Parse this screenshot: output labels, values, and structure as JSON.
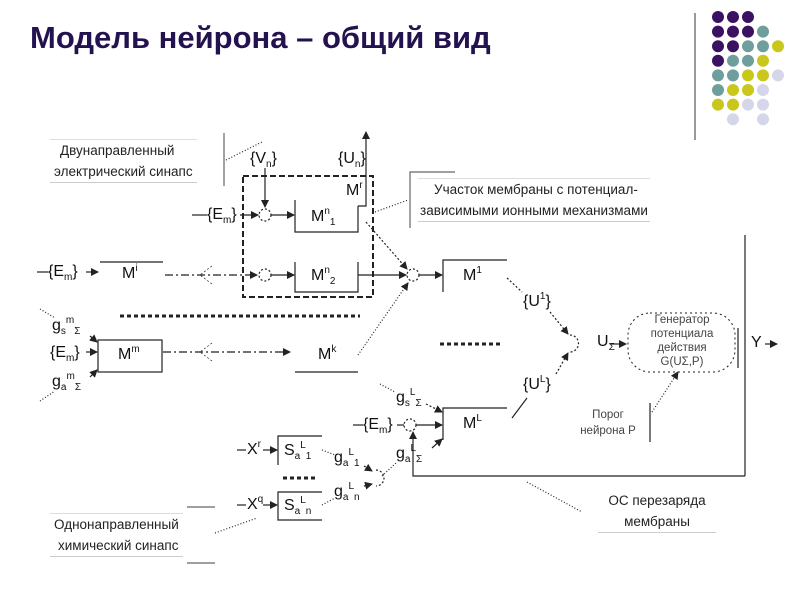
{
  "title": "Модель нейрона – общий вид",
  "colors": {
    "title": "#24114f",
    "purple": "#3b1263",
    "teal": "#6f9f9c",
    "yellow": "#c9c71c",
    "lavender": "#d6d6ea",
    "line": "#222222"
  },
  "decor_dots": [
    [
      "purple",
      "purple",
      "purple",
      "",
      ""
    ],
    [
      "purple",
      "purple",
      "purple",
      "teal",
      ""
    ],
    [
      "purple",
      "purple",
      "teal",
      "teal",
      "yellow"
    ],
    [
      "purple",
      "teal",
      "teal",
      "yellow",
      ""
    ],
    [
      "teal",
      "teal",
      "yellow",
      "yellow",
      "lavender"
    ],
    [
      "teal",
      "yellow",
      "yellow",
      "lavender",
      ""
    ],
    [
      "yellow",
      "yellow",
      "lavender",
      "lavender",
      ""
    ],
    [
      "",
      "lavender",
      "",
      "lavender",
      ""
    ]
  ],
  "notes": {
    "electric_synapse": [
      "Двунаправленный",
      "электрический синапс"
    ],
    "membrane_patch": [
      "Участок мембраны с потенциал-",
      "зависимыми ионными механизмами"
    ],
    "chemical_synapse": [
      "Однонаправленный",
      "химический синапс"
    ],
    "feedback": [
      "ОС перезаряда",
      "мембраны"
    ],
    "threshold": [
      "Порог",
      "нейрона  P"
    ],
    "generator": [
      "Генератор",
      "потенциала",
      "действия",
      "G(UΣ,P)"
    ]
  },
  "symbols": {
    "vn": {
      "b": "{V",
      "sub": "n",
      "sup": "",
      "tail": "",
      "end": "}"
    },
    "un": {
      "b": "{U",
      "sub": "n",
      "sup": "",
      "tail": "",
      "end": "}"
    },
    "mr": {
      "b": "M",
      "sub": "",
      "sup": "r",
      "tail": "",
      "end": ""
    },
    "em1": {
      "b": "{E",
      "sub": "m",
      "sup": "",
      "tail": "",
      "end": "}"
    },
    "mn1": {
      "b": "M",
      "sub": "",
      "sup": "n",
      "tail": "1",
      "end": ""
    },
    "em2": {
      "b": "{E",
      "sub": "m",
      "sup": "",
      "tail": "",
      "end": "}"
    },
    "mi": {
      "b": "M",
      "sub": "",
      "sup": "i",
      "tail": "",
      "end": ""
    },
    "mn2": {
      "b": "M",
      "sub": "",
      "sup": "n",
      "tail": "2",
      "end": ""
    },
    "m1": {
      "b": "M",
      "sub": "",
      "sup": "1",
      "tail": "",
      "end": ""
    },
    "u1": {
      "b": "{U",
      "sub": "",
      "sup": "1",
      "tail": "",
      "end": "}"
    },
    "ul": {
      "b": "{U",
      "sub": "",
      "sup": "L",
      "tail": "",
      "end": "}"
    },
    "usum": {
      "b": "U",
      "sub": "Σ",
      "sup": "",
      "tail": "",
      "end": ""
    },
    "y": {
      "b": "Y",
      "sub": "",
      "sup": "",
      "tail": "",
      "end": ""
    },
    "gsm": {
      "b": "g",
      "sub": "s",
      "sup": "m",
      "tail": "Σ",
      "end": ""
    },
    "em3": {
      "b": "{E",
      "sub": "m",
      "sup": "",
      "tail": "",
      "end": "}"
    },
    "gam": {
      "b": "g",
      "sub": "a",
      "sup": "m",
      "tail": "Σ",
      "end": ""
    },
    "mm": {
      "b": "M",
      "sub": "",
      "sup": "m",
      "tail": "",
      "end": ""
    },
    "mk": {
      "b": "M",
      "sub": "",
      "sup": "k",
      "tail": "",
      "end": ""
    },
    "gsl": {
      "b": "g",
      "sub": "s",
      "sup": "L",
      "tail": "Σ",
      "end": ""
    },
    "em4": {
      "b": "{E",
      "sub": "m",
      "sup": "",
      "tail": "",
      "end": "}"
    },
    "ml": {
      "b": "M",
      "sub": "",
      "sup": "L",
      "tail": "",
      "end": ""
    },
    "gal": {
      "b": "g",
      "sub": "a",
      "sup": "L",
      "tail": "Σ",
      "end": ""
    },
    "xr": {
      "b": "X",
      "sub": "",
      "sup": "r",
      "tail": "",
      "end": ""
    },
    "sa1": {
      "b": "S",
      "sub": "a",
      "sup": "L",
      "tail": "1",
      "end": ""
    },
    "ga1": {
      "b": "g",
      "sub": "a",
      "sup": "L",
      "tail": "1",
      "end": ""
    },
    "xq": {
      "b": "X",
      "sub": "",
      "sup": "q",
      "tail": "",
      "end": ""
    },
    "san": {
      "b": "S",
      "sub": "a",
      "sup": "L",
      "tail": "n",
      "end": ""
    },
    "gan": {
      "b": "g",
      "sub": "a",
      "sup": "L",
      "tail": "n",
      "end": ""
    }
  }
}
